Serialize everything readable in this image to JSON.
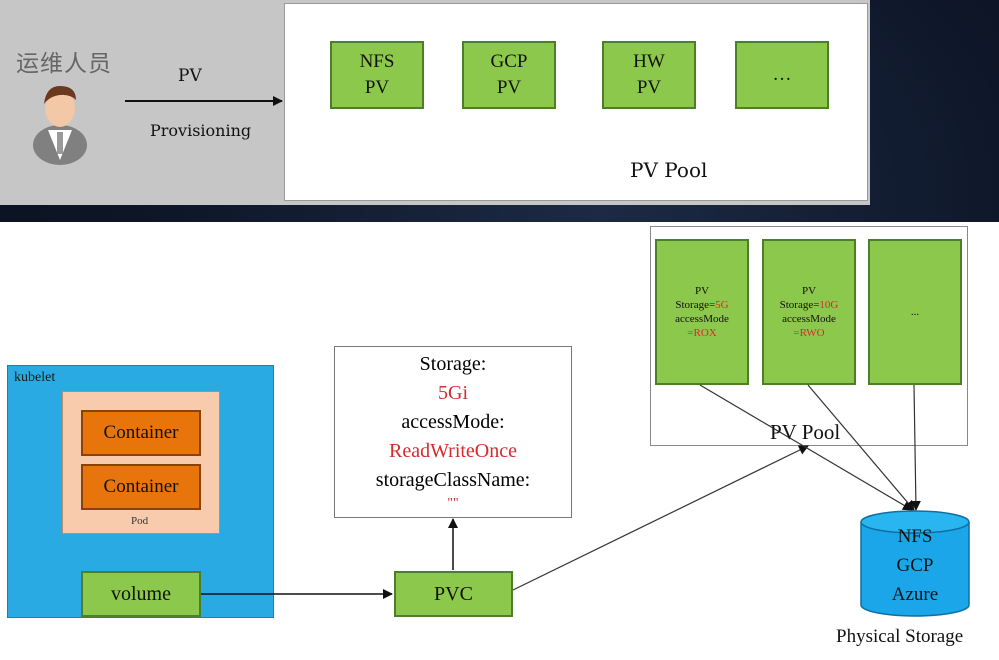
{
  "provisioning": {
    "operator_label": "运维人员",
    "arrow_label_line1": "PV",
    "arrow_label_line2": "Provisioning",
    "pool_label": "PV Pool",
    "volumes": [
      {
        "line1": "NFS",
        "line2": "PV"
      },
      {
        "line1": "GCP",
        "line2": "PV"
      },
      {
        "line1": "HW",
        "line2": "PV"
      },
      {
        "line1": "…",
        "line2": ""
      }
    ]
  },
  "node": {
    "kubelet_label": "kubelet",
    "pod_label": "Pod",
    "containers": [
      "Container",
      "Container"
    ],
    "volume_label": "volume"
  },
  "claim": {
    "storage_key": "Storage:",
    "storage_value": "5Gi",
    "access_key": "accessMode:",
    "access_value": "ReadWriteOnce",
    "class_key": "storageClassName:",
    "class_value": "\"\"",
    "pvc_label": "PVC"
  },
  "pool": {
    "label": "PV Pool",
    "volumes": [
      {
        "name": "PV",
        "storage_key": "Storage=",
        "storage_value": "5G",
        "mode_key": "accessMode",
        "mode_value": "=ROX"
      },
      {
        "name": "PV",
        "storage_key": "Storage=",
        "storage_value": "10G",
        "mode_key": "accessMode",
        "mode_value": "=RWO"
      },
      {
        "name": "...",
        "storage_key": "",
        "storage_value": "",
        "mode_key": "",
        "mode_value": ""
      }
    ]
  },
  "physical": {
    "backends": [
      "NFS",
      "GCP",
      "Azure"
    ],
    "label": "Physical Storage"
  },
  "colors": {
    "pv_green": "#8cc84b",
    "kubelet_blue": "#29aae2",
    "container_orange": "#e8740c",
    "pod_peach": "#f8cbad",
    "highlight_red": "#d22c2c"
  }
}
